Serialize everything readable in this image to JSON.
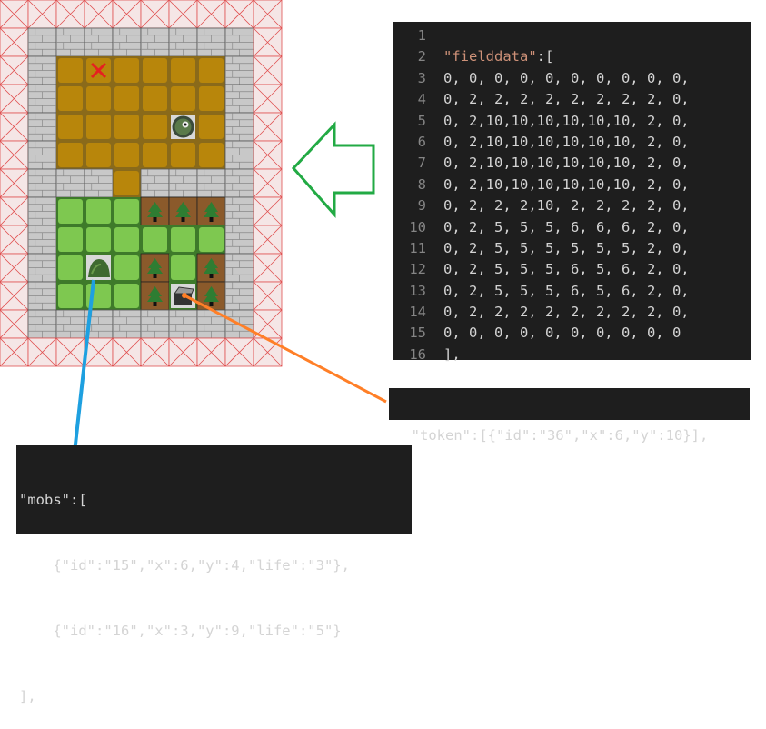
{
  "grid": {
    "cols": 10,
    "rows": 13,
    "fielddata": [
      [
        0,
        0,
        0,
        0,
        0,
        0,
        0,
        0,
        0,
        0
      ],
      [
        0,
        2,
        2,
        2,
        2,
        2,
        2,
        2,
        2,
        0
      ],
      [
        0,
        2,
        10,
        10,
        10,
        10,
        10,
        10,
        2,
        0
      ],
      [
        0,
        2,
        10,
        10,
        10,
        10,
        10,
        10,
        2,
        0
      ],
      [
        0,
        2,
        10,
        10,
        10,
        10,
        10,
        10,
        2,
        0
      ],
      [
        0,
        2,
        10,
        10,
        10,
        10,
        10,
        10,
        2,
        0
      ],
      [
        0,
        2,
        2,
        2,
        10,
        2,
        2,
        2,
        2,
        0
      ],
      [
        0,
        2,
        5,
        5,
        5,
        6,
        6,
        6,
        2,
        0
      ],
      [
        0,
        2,
        5,
        5,
        5,
        5,
        5,
        5,
        2,
        0
      ],
      [
        0,
        2,
        5,
        5,
        5,
        6,
        5,
        6,
        2,
        0
      ],
      [
        0,
        2,
        5,
        5,
        5,
        6,
        5,
        6,
        2,
        0
      ],
      [
        0,
        2,
        2,
        2,
        2,
        2,
        2,
        2,
        2,
        0
      ],
      [
        0,
        0,
        0,
        0,
        0,
        0,
        0,
        0,
        0,
        0
      ]
    ],
    "tile_colors": {
      "void": "#f5e6e6",
      "void_lines": "#e05050",
      "wall": "#c8c8c8",
      "floor": "#b8860b",
      "grass": "#7ec850",
      "tree_bg": "#8b5a2b",
      "tree": "#2e7d32"
    },
    "markers": {
      "x_marker_icon": "red-x-icon",
      "x_color": "#e52020",
      "x_pos": [
        3,
        2
      ]
    },
    "mobs": [
      {
        "icon": "blob-monster-icon",
        "x": 6,
        "y": 4
      },
      {
        "icon": "slime-mound-icon",
        "x": 3,
        "y": 9
      }
    ],
    "token": {
      "icon": "treasure-chest-icon",
      "x": 6,
      "y": 10
    }
  },
  "editor": {
    "line_numbers": [
      "1",
      "2",
      "3",
      "4",
      "5",
      "6",
      "7",
      "8",
      "9",
      "10",
      "11",
      "12",
      "13",
      "14",
      "15",
      "16"
    ],
    "lines": [
      "",
      "\"fielddata\":[",
      "0, 0, 0, 0, 0, 0, 0, 0, 0, 0,",
      "0, 2, 2, 2, 2, 2, 2, 2, 2, 0,",
      "0, 2,10,10,10,10,10,10, 2, 0,",
      "0, 2,10,10,10,10,10,10, 2, 0,",
      "0, 2,10,10,10,10,10,10, 2, 0,",
      "0, 2,10,10,10,10,10,10, 2, 0,",
      "0, 2, 2, 2,10, 2, 2, 2, 2, 0,",
      "0, 2, 5, 5, 5, 6, 6, 6, 2, 0,",
      "0, 2, 5, 5, 5, 5, 5, 5, 2, 0,",
      "0, 2, 5, 5, 5, 6, 5, 6, 2, 0,",
      "0, 2, 5, 5, 5, 6, 5, 6, 2, 0,",
      "0, 2, 2, 2, 2, 2, 2, 2, 2, 0,",
      "0, 0, 0, 0, 0, 0, 0, 0, 0, 0",
      "],"
    ]
  },
  "token_box": {
    "text": "\"token\":[{\"id\":\"36\",\"x\":6,\"y\":10}],"
  },
  "mobs_box": {
    "lines": [
      "\"mobs\":[",
      "    {\"id\":\"15\",\"x\":6,\"y\":4,\"life\":\"3\"},",
      "    {\"id\":\"16\",\"x\":3,\"y\":9,\"life\":\"5\"}",
      "],"
    ]
  },
  "arrows": {
    "green": "#22aa44",
    "orange": "#ff7f27",
    "blue": "#1ea0e0"
  }
}
